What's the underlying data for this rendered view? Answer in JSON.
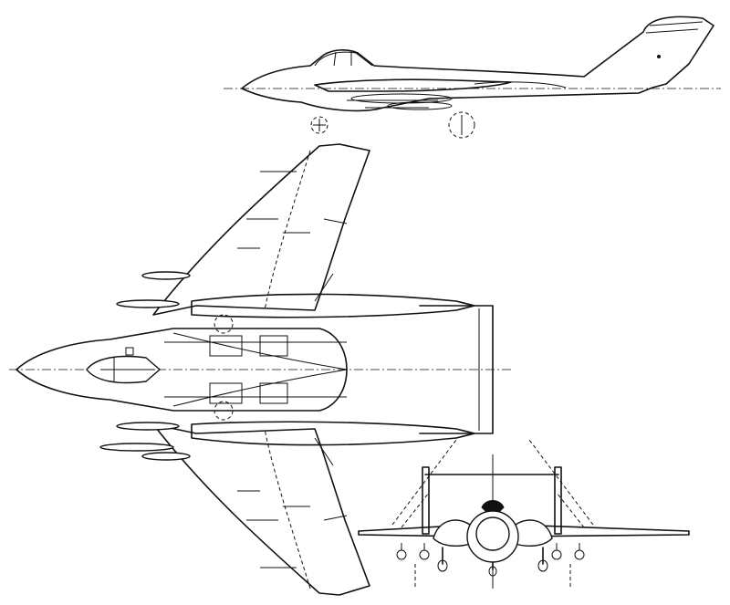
{
  "drawing": {
    "views": [
      "side-view",
      "top-view",
      "front-view"
    ],
    "line_color": "#111111",
    "background": "#ffffff"
  }
}
